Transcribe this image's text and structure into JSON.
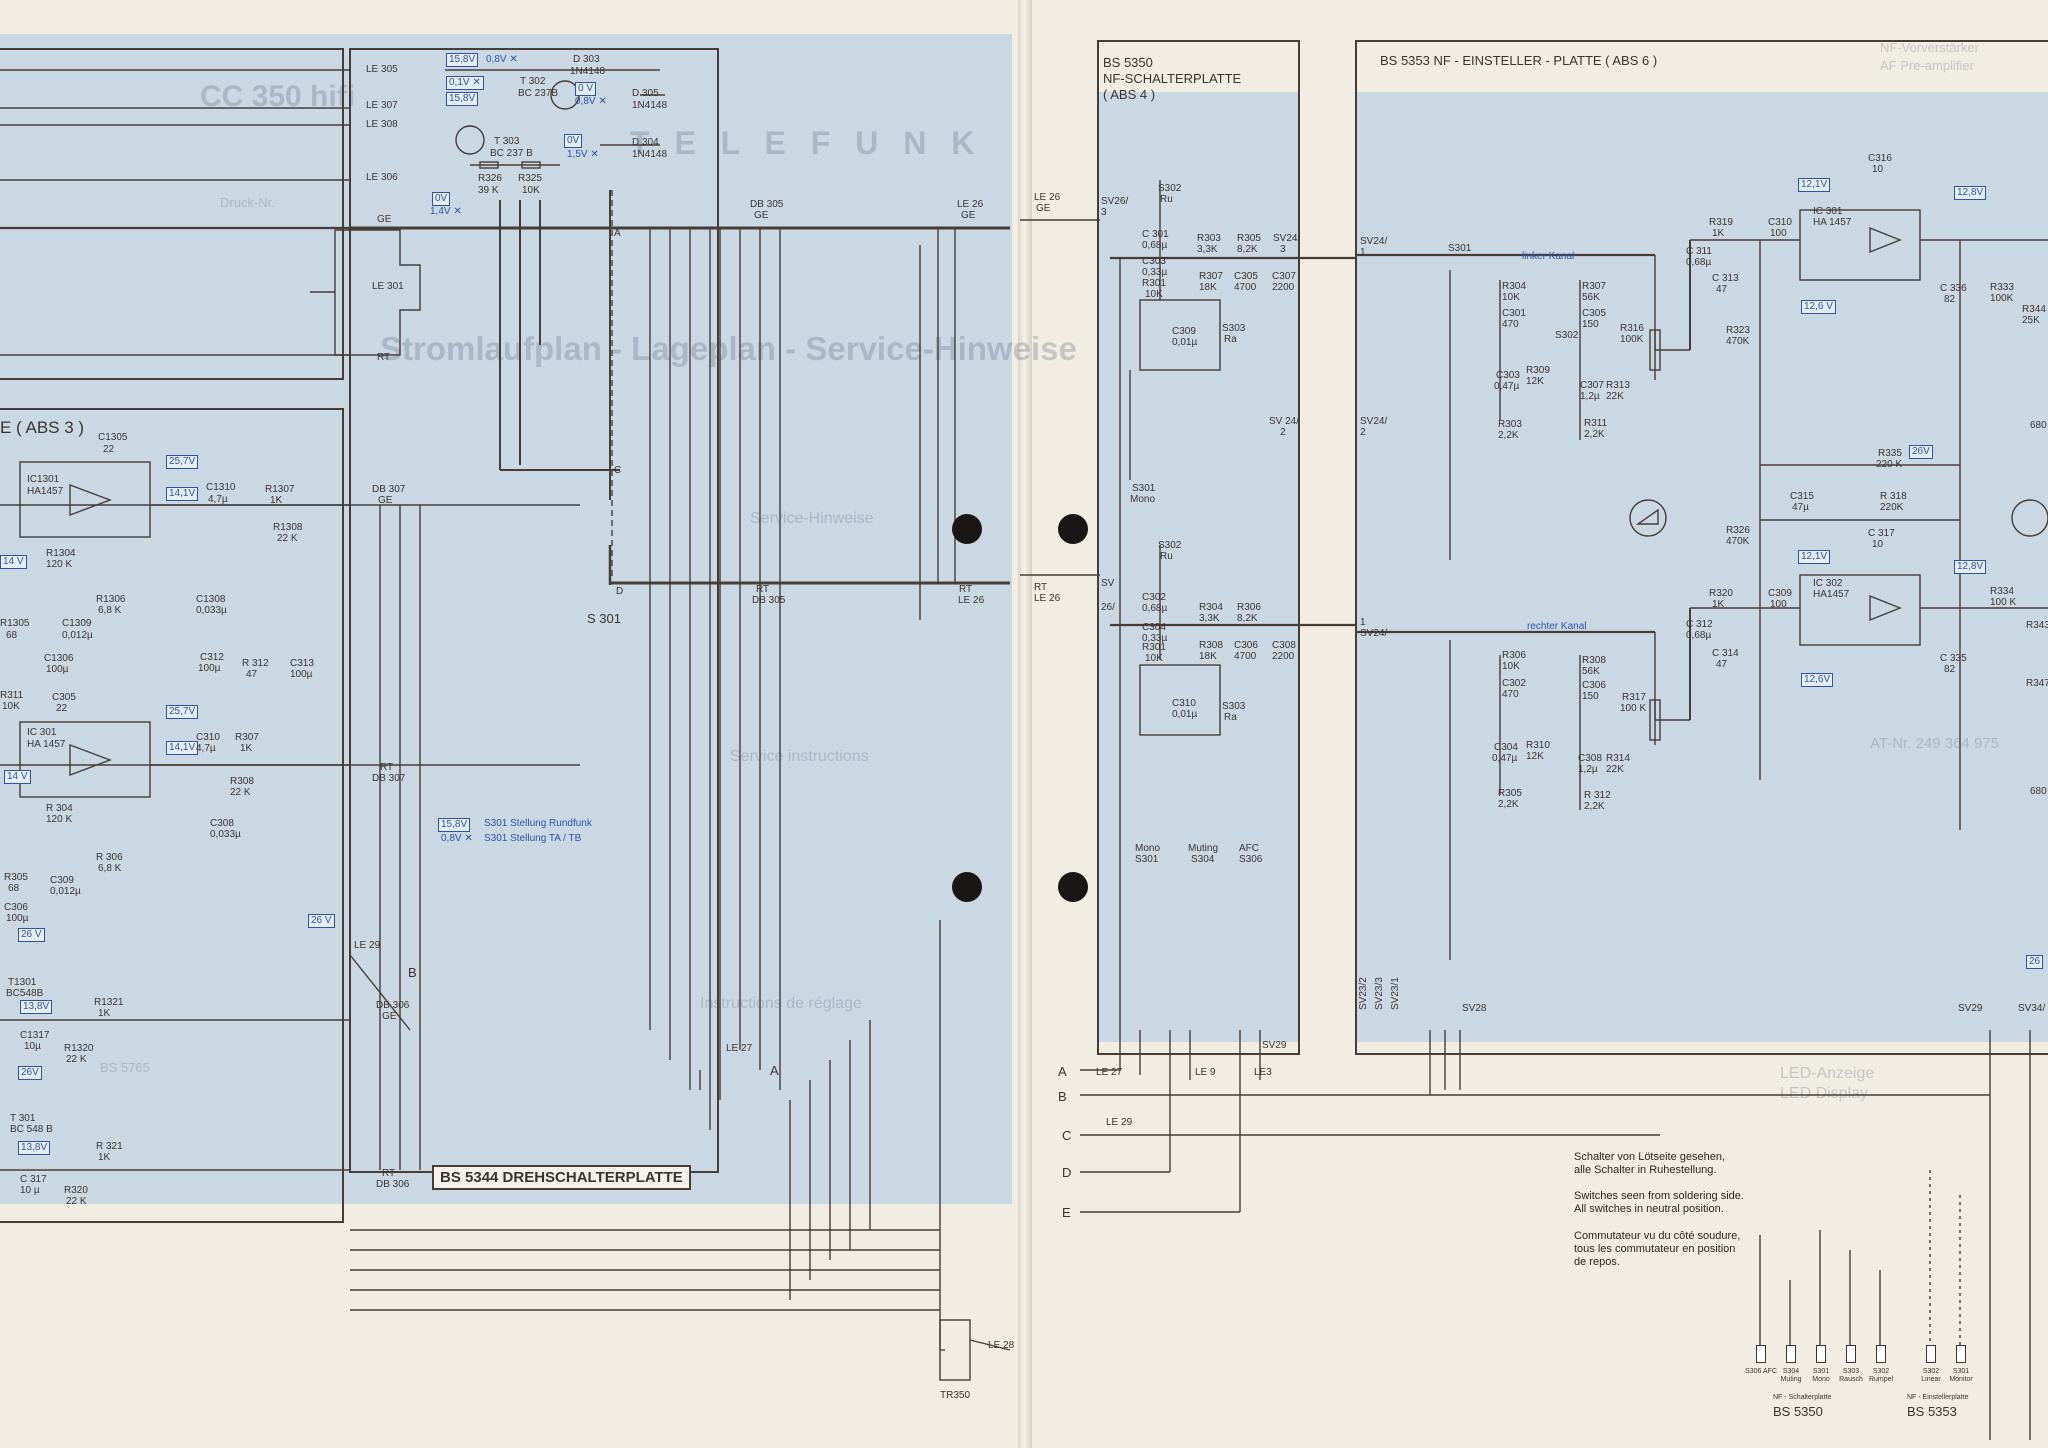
{
  "boards": {
    "bs5344": "BS 5344   DREHSCHALTERPLATTE",
    "bs5350_id": "BS 5350",
    "bs5350_name": "NF-SCHALTERPLATTE",
    "bs5350_abs": "( ABS 4 )",
    "bs5353": "BS  5353  NF - EINSTELLER  - PLATTE    ( ABS 6 )",
    "left_abs": "E ( ABS 3 )"
  },
  "ghost_text": {
    "model": "CC 350 hifi",
    "brand": "T E L E F U N K",
    "heading": "Stromlaufplan - Lageplan - Service-Hinweise",
    "service1": "Service-Hinweise",
    "service2": "Service instructions",
    "service3": "Instructions de réglage",
    "druck": "Druck-Nr.",
    "bs5765": "BS 5765",
    "led1": "LED-Anzeige",
    "led2": "LED Display",
    "ab_nr": "AT-Nr. 249 364 975",
    "right_top": "NF-Vorverstärker",
    "right_top2": "AF Pre-amplifier"
  },
  "voltages": {
    "v_15_8_a": "15,8V",
    "v_0_8x": "0,8V ✕",
    "v_0_1x": "0,1V ✕",
    "v_15_8_b": "15,8V",
    "v_0v_a": "0 V",
    "v_0_8vx": "0,8V ✕",
    "v_0v_b": "0V",
    "v_1_5x": "1,5V ✕",
    "v_0v_c": "0V",
    "v_1_4x": "1,4V ✕",
    "v_25_7_a": "25,7V",
    "v_14_1_a": "14,1V",
    "v_14_a": "14 V",
    "v_25_7_b": "25,7V",
    "v_14_1_b": "14,1V",
    "v_14_b": "14 V",
    "v_26_a": "26 V",
    "v_26_b": "26 V",
    "v_13_8_a": "13,8V",
    "v_26_c": "26V",
    "v_13_8_b": "13,8V",
    "v_12_1_a": "12,1V",
    "v_12_8_a": "12,8V",
    "v_12_6_a": "12,6 V",
    "v_26_d": "26V",
    "v_12_1_b": "12,1V",
    "v_12_8_b": "12,8V",
    "v_12_6_b": "12,6V",
    "v_26_e": "26",
    "legend_v1": "15,8V",
    "legend_v2": "0,8V ✕",
    "legend_t1": "S301  Stellung  Rundfunk",
    "legend_t2": "S301  Stellung  TA / TB"
  },
  "components": {
    "le305": "LE 305",
    "le307": "LE 307",
    "le308": "LE 308",
    "le306": "LE 306",
    "le301": "LE 301",
    "ge1": "GE",
    "rt1": "RT",
    "t302": "T 302",
    "t302b": "BC 237B",
    "t303": "T 303",
    "t303b": "BC 237 B",
    "d303": "D 303",
    "d303b": "1N4148",
    "d305": "D 305",
    "d305b": "1N4148",
    "d304": "D 304",
    "d304b": "1N4148",
    "r326": "R326",
    "r326v": "39 K",
    "r325": "R325",
    "r325v": "10K",
    "db305": "DB 305",
    "ge2": "GE",
    "le26": "LE 26",
    "ge3": "GE",
    "rt2": "RT",
    "db305b": "DB 305",
    "rt3": "RT",
    "le26b": "LE 26",
    "s301": "S 301",
    "ic1301": "IC1301",
    "ic1301b": "HA1457",
    "c1305": "C1305",
    "c1305v": "22",
    "r1307": "R1307",
    "r1307v": "1K",
    "c1310": "C1310",
    "c1310v": "4,7µ",
    "db307": "DB 307",
    "ge4": "GE",
    "r1308": "R1308",
    "r1308v": "22 K",
    "r1304": "R1304",
    "r1304v": "120 K",
    "r1306": "R1306",
    "r1306v": "6,8 K",
    "c1308": "C1308",
    "c1308v": "0,033µ",
    "r1305": "R1305",
    "r1305v": "68",
    "c1309": "C1309",
    "c1309v": "0,012µ",
    "c1306": "C1306",
    "c1306v": "100µ",
    "r311": "R311",
    "r311v": "10K",
    "c305": "C305",
    "c305v": "22",
    "ic301": "IC 301",
    "ic301b": "HA 1457",
    "c312": "C312",
    "c312v": "100µ",
    "r312": "R 312",
    "r312v": "47",
    "c313": "C313",
    "c313v": "100µ",
    "c310": "C310",
    "c310v": "4,7µ",
    "r307": "R307",
    "r307v": "1K",
    "r308": "R308",
    "r308v": "22 K",
    "rt4": "RT",
    "db307b": "DB 307",
    "r304": "R 304",
    "r304v": "120 K",
    "r306": "R 306",
    "r306v": "6,8 K",
    "c308": "C308",
    "c308v": "0,033µ",
    "r305": "R305",
    "r305v": "68",
    "c309": "C309",
    "c309v": "0,012µ",
    "c306": "C306",
    "c306v": "100µ",
    "le29": "LE 29",
    "t1301": "T1301",
    "t1301b": "BC548B",
    "r1321": "R1321",
    "r1321v": "1K",
    "c1317": "C1317",
    "c1317v": "10µ",
    "r1320": "R1320",
    "r1320v": "22 K",
    "db306": "DB 306",
    "ge5": "GE",
    "rt5": "RT",
    "db306b": "DB 306",
    "t301": "T 301",
    "t301b": "BC 548 B",
    "r321": "R 321",
    "r321v": "1K",
    "c317": "C 317",
    "c317v": "10 µ",
    "r320": "R320",
    "r320v": "22 K",
    "le27": "LE 27",
    "le28": "LE 28",
    "tr350": "TR350",
    "le26c": "LE 26",
    "ge6": "GE",
    "sv26": "SV26/",
    "sv26b": "3",
    "s302": "S302",
    "s302b": "Ru",
    "c301": "C 301",
    "c301v": "0,68µ",
    "r303": "R303",
    "r303v": "3,3K",
    "r305b": "R305",
    "r305bv": "8,2K",
    "sv24": "SV24/",
    "sv24b": "3",
    "c303": "C303",
    "c303v": "0,33µ",
    "r301": "R301",
    "r301v": "10K",
    "r307b": "R307",
    "r307bv": "18K",
    "c305b": "C305",
    "c305bv": "4700",
    "c307": "C307",
    "c307v": "2200",
    "c309b": "C309",
    "c309bv": "0,01µ",
    "s303": "S303",
    "s303b": "Ra",
    "s301b": "S301",
    "s301c": "Mono",
    "sv24c": "SV 24/",
    "sv24d": "2",
    "sv24e": "SV24/",
    "sv24f": "2",
    "rt6": "RT",
    "le26d": "LE 26",
    "sv26c": "SV",
    "sv26d": "26/",
    "s302c": "S302",
    "s302d": "Ru",
    "c302": "C302",
    "c302v": "0,68µ",
    "r304b": "R304",
    "r304bv": "3,3K",
    "r306b": "R306",
    "r306bv": "8,2K",
    "c304": "C304",
    "c304v": "0,33µ",
    "r302": "R301",
    "r302v": "10K",
    "r308b": "R308",
    "r308bv": "18K",
    "c306b": "C306",
    "c306bv": "4700",
    "c308b": "C308",
    "c308bv": "2200",
    "c310b": "C310",
    "c310bv": "0,01µ",
    "s303c": "S303",
    "s303d": "Ra",
    "mono": "Mono",
    "mono_s": "S301",
    "muting": "Muting",
    "muting_s": "S304",
    "afc": "AFC",
    "afc_s": "S306",
    "sv29": "SV29",
    "le27b": "LE 27",
    "le9": "LE 9",
    "le3": "LE3",
    "sv24g": "SV24/",
    "sv24h": "1",
    "sv24i": "SV24/",
    "sv24j": "1",
    "s301d": "S301",
    "linker": "linker  Kanal",
    "rechter": "rechter  Kanal",
    "r304c": "R304",
    "r304cv": "10K",
    "r307c": "R307",
    "r307cv": "56K",
    "c301b": "C301",
    "c301bv": "470",
    "c305c": "C305",
    "c305cv": "150",
    "r316": "R316",
    "r316v": "100K",
    "s302e": "S302",
    "c303b": "C303",
    "c303bv": "0,47µ",
    "r309": "R309",
    "r309v": "12K",
    "c307b": "C307",
    "c307bv": "1,2µ",
    "r313": "R313",
    "r313v": "22K",
    "r303b": "R303",
    "r303bv": "2,2K",
    "r311b": "R311",
    "r311bv": "2,2K",
    "r306c": "R306",
    "r306cv": "10K",
    "r308c": "R308",
    "r308cv": "56K",
    "c302b": "C302",
    "c302bv": "470",
    "c306c": "C306",
    "c306cv": "150",
    "r317": "R317",
    "r317v": "100 K",
    "c304b": "C304",
    "c304bv": "0,47µ",
    "r310": "R310",
    "r310v": "12K",
    "c308c": "C308",
    "c308cv": "1,2µ",
    "r314": "R314",
    "r314v": "22K",
    "r305c": "R305",
    "r305cv": "2,2K",
    "r312b": "R 312",
    "r312bv": "2,2K",
    "c311": "C 311",
    "c311v": "0,68µ",
    "r319": "R319",
    "r319v": "1K",
    "c313b": "C 313",
    "c313bv": "47",
    "c310c": "C310",
    "c310cv": "100",
    "c316": "C316",
    "c316v": "10",
    "ic301c": "IC 301",
    "ic301d": "HA 1457",
    "c336": "C 336",
    "c336v": "82",
    "r333": "R333",
    "r333v": "100K",
    "r344": "R344",
    "r344v": "25K",
    "r323": "R323",
    "r323v": "470K",
    "r335": "R335",
    "r335v": "220 K",
    "c315": "C315",
    "c315v": "47µ",
    "r318": "R 318",
    "r318v": "220K",
    "r326b": "R326",
    "r326bv": "470K",
    "c317b": "C 317",
    "c317bv": "10",
    "c312b": "C 312",
    "c312bv": "0,68µ",
    "r320b": "R320",
    "r320bv": "1K",
    "c314": "C 314",
    "c314v": "47",
    "c309c": "C309",
    "c309cv": "100",
    "ic302": "IC 302",
    "ic302b": "HA1457",
    "c335": "C 335",
    "c335v": "82",
    "r334": "R334",
    "r334v": "100 K",
    "r343": "R343",
    "r347": "R347",
    "r680a": "680",
    "r680b": "680",
    "sv29b": "SV29",
    "sv34": "SV34/",
    "sv28": "SV28",
    "sv23_2": "SV23/2",
    "sv23_3": "SV23/3",
    "sv23_1": "SV23/1"
  },
  "pins": {
    "a": "A",
    "b": "B",
    "c": "C",
    "d": "D",
    "e": "E",
    "p_a_upper": "A",
    "p_c": "C",
    "p_d": "D",
    "p_b": "B",
    "sA": "A"
  },
  "notes": {
    "de1": "Schalter von Lötseite gesehen,",
    "de2": "alle Schalter in Ruhestellung.",
    "en1": "Switches seen from soldering side.",
    "en2": "All switches in neutral position.",
    "fr1": "Commutateur vu du côté soudure,",
    "fr2": "tous les commutateur en position",
    "fr3": "de repos."
  },
  "switch_legend": {
    "labels": [
      "S306 AFC",
      "S304 Muting",
      "S301 Mono",
      "S303 Rausch",
      "S302 Rumpel",
      "S302 Linear",
      "S301 Monitor"
    ],
    "group1_title": "NF - Schalterplatte",
    "group1_id": "BS 5350",
    "group2_title": "NF - Einstellerplatte",
    "group2_id": "BS 5353"
  }
}
